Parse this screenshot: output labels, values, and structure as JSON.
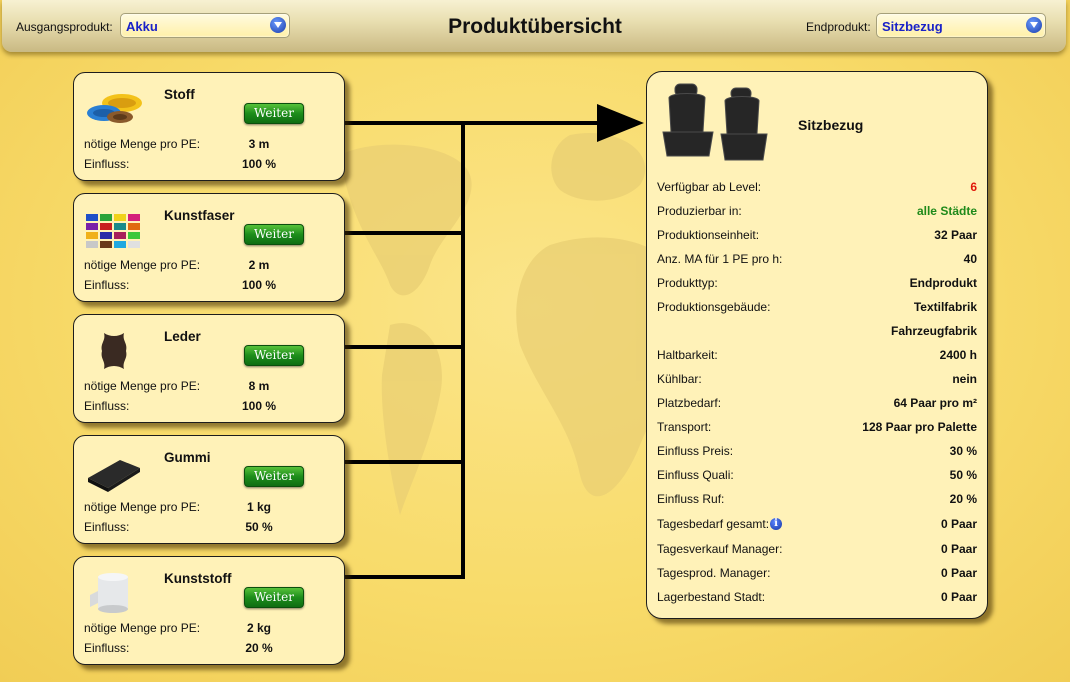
{
  "header": {
    "title": "Produktübersicht",
    "source_label": "Ausgangsprodukt:",
    "source_value": "Akku",
    "target_label": "Endprodukt:",
    "target_value": "Sitzbezug"
  },
  "materials": [
    {
      "name": "Stoff",
      "button": "Weiter",
      "qty_label": "nötige Menge pro PE:",
      "qty": "3 m",
      "influence_label": "Einfluss:",
      "influence": "100 %",
      "icon": "fabric-rolls-icon"
    },
    {
      "name": "Kunstfaser",
      "button": "Weiter",
      "qty_label": "nötige Menge pro PE:",
      "qty": "2 m",
      "influence_label": "Einfluss:",
      "influence": "100 %",
      "icon": "thread-spools-icon"
    },
    {
      "name": "Leder",
      "button": "Weiter",
      "qty_label": "nötige Menge pro PE:",
      "qty": "8 m",
      "influence_label": "Einfluss:",
      "influence": "100 %",
      "icon": "leather-hide-icon"
    },
    {
      "name": "Gummi",
      "button": "Weiter",
      "qty_label": "nötige Menge pro PE:",
      "qty": "1 kg",
      "influence_label": "Einfluss:",
      "influence": "50 %",
      "icon": "rubber-block-icon"
    },
    {
      "name": "Kunststoff",
      "button": "Weiter",
      "qty_label": "nötige Menge pro PE:",
      "qty": "2 kg",
      "influence_label": "Einfluss:",
      "influence": "20 %",
      "icon": "plastic-roll-icon"
    }
  ],
  "product": {
    "name": "Sitzbezug",
    "icon": "seat-cover-icon",
    "rows": [
      {
        "key": "Verfügbar ab Level:",
        "value": "6",
        "color": "#e0180a"
      },
      {
        "key": "Produzierbar in:",
        "value": "alle Städte",
        "color": "#1f8a1a"
      },
      {
        "key": "Produktionseinheit:",
        "value": "32 Paar"
      },
      {
        "key": "Anz. MA für 1 PE pro h:",
        "value": "40"
      },
      {
        "key": "Produkttyp:",
        "value": "Endprodukt"
      },
      {
        "key": "Produktionsgebäude:",
        "value": "Textilfabrik"
      },
      {
        "key": "",
        "value": "Fahrzeugfabrik"
      },
      {
        "key": "Haltbarkeit:",
        "value": "2400 h"
      },
      {
        "key": "Kühlbar:",
        "value": "nein"
      },
      {
        "key": "Platzbedarf:",
        "value": "64 Paar pro m²"
      },
      {
        "key": "Transport:",
        "value": "128 Paar pro Palette"
      },
      {
        "key": "Einfluss Preis:",
        "value": "30 %"
      },
      {
        "key": "Einfluss Quali:",
        "value": "50 %"
      },
      {
        "key": "Einfluss Ruf:",
        "value": "20 %"
      },
      {
        "key": "Tagesbedarf gesamt:",
        "value": "0 Paar",
        "info": "info-icon"
      },
      {
        "key": "Tagesverkauf Manager:",
        "value": "0 Paar"
      },
      {
        "key": "Tagesprod. Manager:",
        "value": "0 Paar"
      },
      {
        "key": "Lagerbestand Stadt:",
        "value": "0 Paar"
      }
    ]
  },
  "colors": {
    "accent_dropdown_text": "#1a22c8",
    "button_green": "#1d8d1b",
    "card_bg": "#fff2b8"
  }
}
